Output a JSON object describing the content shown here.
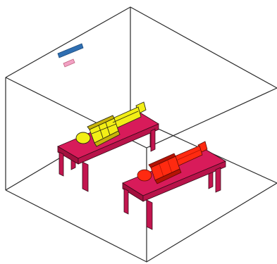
{
  "diagram": {
    "kind": "isometric room with two tables and two mannequins",
    "colors": {
      "background": "#ffffff",
      "room_edges": "#2a2a2a",
      "table_top": "#d81b5a",
      "table_side": "#a3103f",
      "table_leg": "#c2154f",
      "table_outline": "#3a0a18",
      "mannequin_yellow": "#f2ee16",
      "mannequin_yellow_dark": "#c8b40a",
      "mannequin_red": "#ff2a10",
      "mannequin_red_dark": "#b51405",
      "panel_blue": "#2f6fb2",
      "panel_pink": "#f2a1c4"
    },
    "objects": [
      {
        "name": "wall-panel-blue"
      },
      {
        "name": "wall-panel-pink"
      },
      {
        "name": "table-left"
      },
      {
        "name": "table-right"
      },
      {
        "name": "mannequin-yellow"
      },
      {
        "name": "mannequin-red"
      }
    ]
  }
}
